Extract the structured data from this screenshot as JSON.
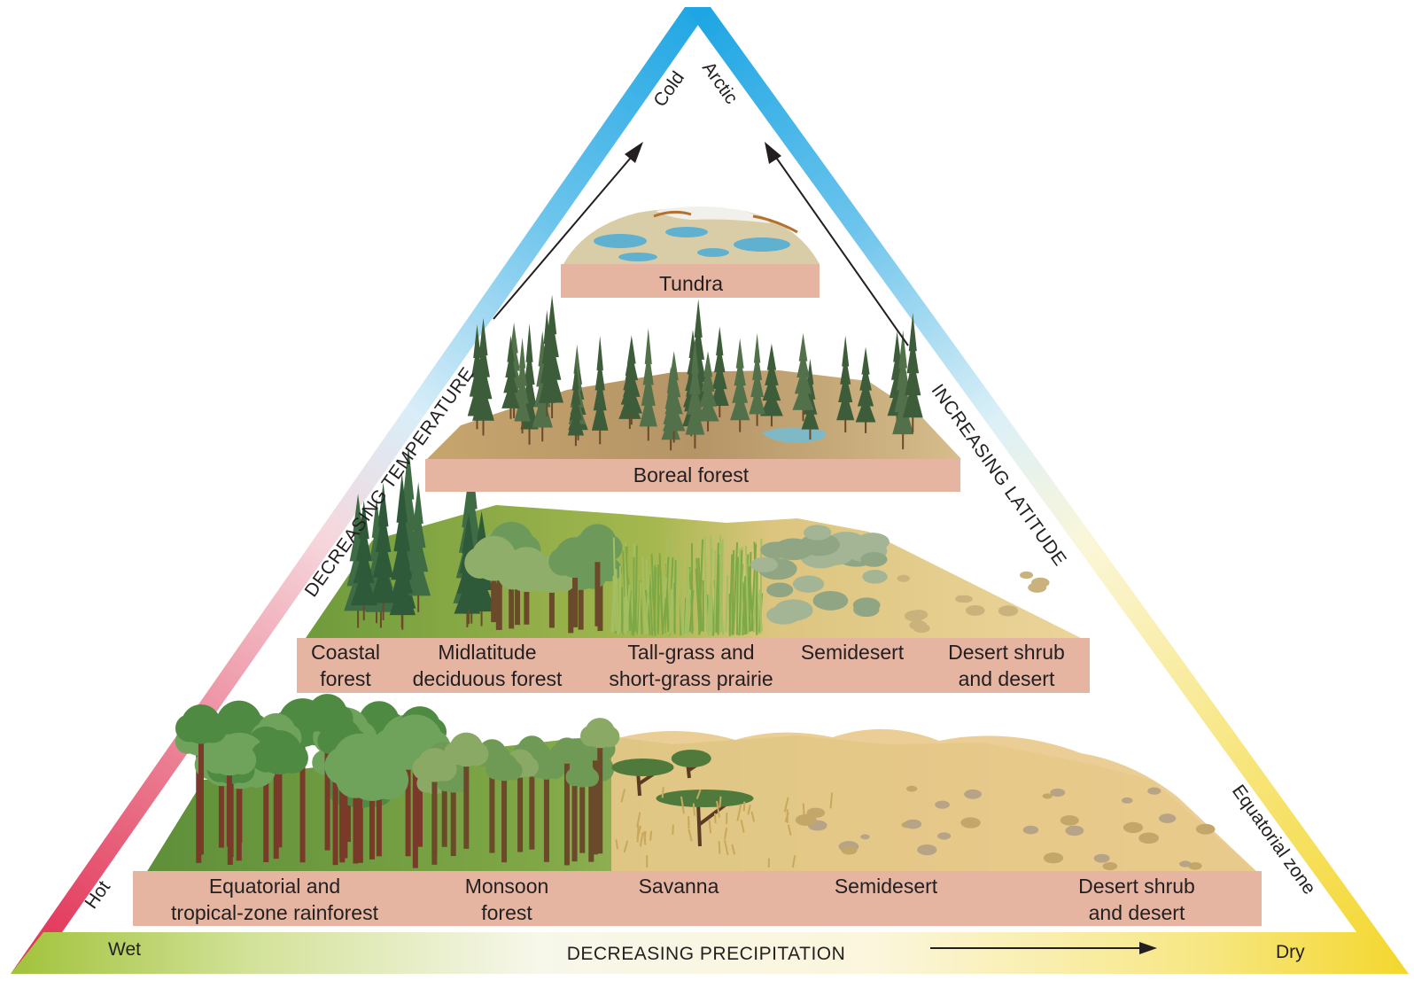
{
  "colors": {
    "cold": "#1ea6e4",
    "hot": "#e2294f",
    "dry": "#f4d62a",
    "wet": "#a2c238",
    "band": "#e6b5a2",
    "ink": "#231f20"
  },
  "axes": {
    "left": {
      "label": "DECREASING TEMPERATURE",
      "top": "Cold",
      "bottom": "Hot"
    },
    "right": {
      "label": "INCREASING LATITUDE",
      "top": "Arctic",
      "bottom": "Equatorial zone"
    },
    "bottom": {
      "label": "DECREASING PRECIPITATION",
      "left": "Wet",
      "right": "Dry"
    }
  },
  "tiers": [
    {
      "name": "tundra",
      "labels": [
        [
          "Tundra"
        ]
      ]
    },
    {
      "name": "boreal",
      "labels": [
        [
          "Boreal forest"
        ]
      ]
    },
    {
      "name": "midlatitude",
      "labels": [
        [
          "Coastal",
          "forest"
        ],
        [
          "Midlatitude",
          "deciduous forest"
        ],
        [
          "Tall-grass and",
          "short-grass prairie"
        ],
        [
          "Semidesert"
        ],
        [
          "Desert shrub",
          "and desert"
        ]
      ]
    },
    {
      "name": "equatorial",
      "labels": [
        [
          "Equatorial and",
          "tropical-zone rainforest"
        ],
        [
          "Monsoon",
          "forest"
        ],
        [
          "Savanna"
        ],
        [
          "Semidesert"
        ],
        [
          "Desert shrub",
          "and desert"
        ]
      ]
    }
  ],
  "icons": [
    "up-arrow-icon",
    "right-arrow-icon"
  ]
}
